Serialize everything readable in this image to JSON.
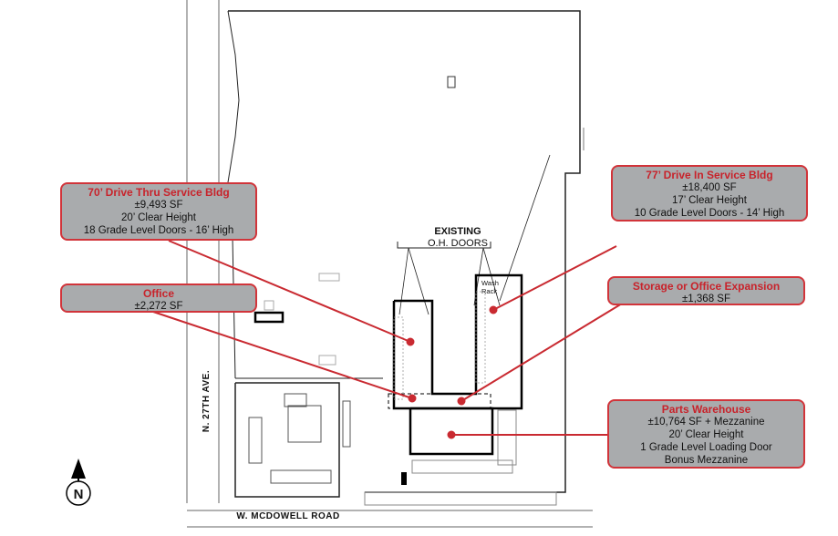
{
  "labels": {
    "existing_doors_line1": "EXISTING",
    "existing_doors_line2": "O.H. DOORS",
    "wash_rack_line1": "Wash",
    "wash_rack_line2": "Rack",
    "street_west": "N. 27TH AVE.",
    "street_south": "W. MCDOWELL ROAD",
    "north_letter": "N"
  },
  "callouts": {
    "drive_thru": {
      "title": "70’ Drive Thru Service Bldg",
      "lines": [
        "±9,493 SF",
        "20’ Clear Height",
        "18 Grade Level Doors - 16’ High"
      ]
    },
    "office": {
      "title": "Office",
      "lines": [
        "±2,272 SF"
      ]
    },
    "drive_in": {
      "title": "77’ Drive In Service Bldg",
      "lines": [
        "±18,400 SF",
        "17’ Clear Height",
        "10 Grade Level Doors - 14’ High"
      ]
    },
    "storage": {
      "title": "Storage or Office Expansion",
      "lines": [
        "±1,368 SF"
      ]
    },
    "parts": {
      "title": "Parts Warehouse",
      "lines": [
        "±10,764 SF + Mezzanine",
        "20’ Clear Height",
        "1 Grade Level Loading Door",
        "Bonus Mezzanine"
      ]
    }
  },
  "colors": {
    "callout_fill": "#a9abad",
    "callout_border": "#d1343a",
    "callout_title": "#c8232b",
    "leader": "#c92a31",
    "building": "#000000",
    "site": "#555555"
  }
}
